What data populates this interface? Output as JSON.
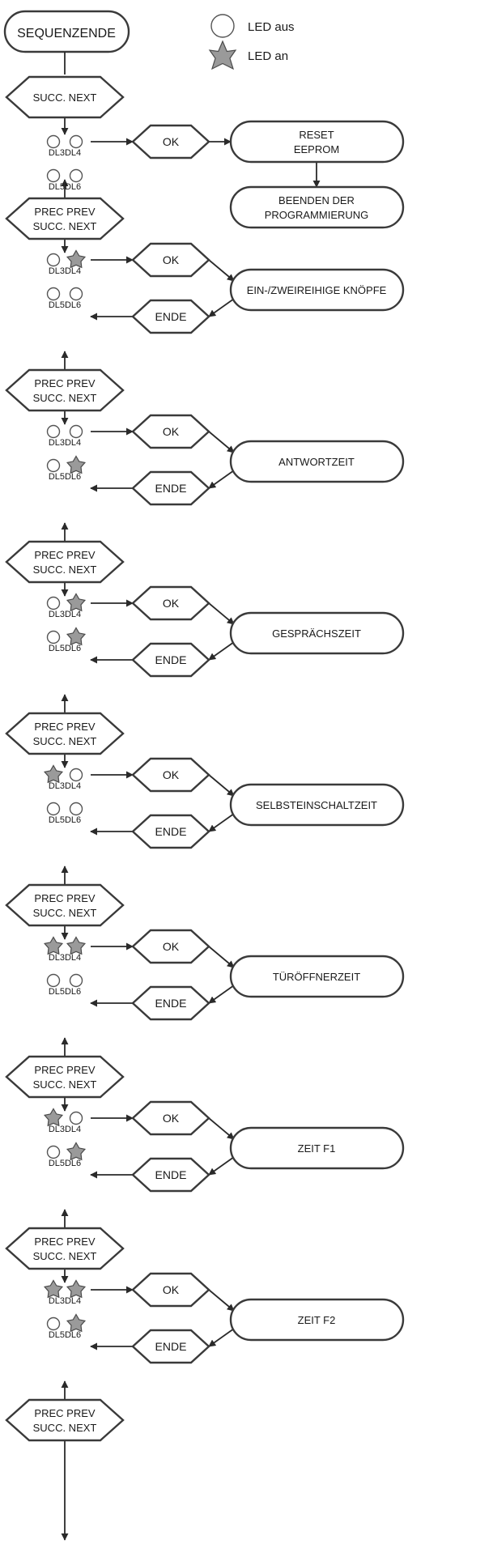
{
  "start_label": "SEQUENZENDE",
  "legend": {
    "off_label": "LED aus",
    "on_label": "LED an"
  },
  "first_nav": "SUCC. NEXT",
  "nav_line1": "PREC PREV",
  "nav_line2": "SUCC. NEXT",
  "ok_label": "OK",
  "end_label": "ENDE",
  "led_labels": {
    "top": "DL3DL4",
    "bottom": "DL5DL6"
  },
  "first_step": {
    "leds": {
      "dl3": false,
      "dl4": false,
      "dl5": false,
      "dl6": false
    },
    "action1": [
      "RESET",
      "EEPROM"
    ],
    "action2": [
      "BEENDEN DER",
      "PROGRAMMIERUNG"
    ]
  },
  "steps": [
    {
      "label": "EIN-/ZWEIREIHIGE KNÖPFE",
      "leds": {
        "dl3": false,
        "dl4": true,
        "dl5": false,
        "dl6": false
      }
    },
    {
      "label": "ANTWORTZEIT",
      "leds": {
        "dl3": false,
        "dl4": false,
        "dl5": false,
        "dl6": true
      }
    },
    {
      "label": "GESPRÄCHSZEIT",
      "leds": {
        "dl3": false,
        "dl4": true,
        "dl5": false,
        "dl6": true
      }
    },
    {
      "label": "SELBSTEINSCHALTZEIT",
      "leds": {
        "dl3": true,
        "dl4": false,
        "dl5": false,
        "dl6": false
      }
    },
    {
      "label": "TÜRÖFFNERZEIT",
      "leds": {
        "dl3": true,
        "dl4": true,
        "dl5": false,
        "dl6": false
      }
    },
    {
      "label": "ZEIT F1",
      "leds": {
        "dl3": true,
        "dl4": false,
        "dl5": false,
        "dl6": true
      }
    },
    {
      "label": "ZEIT F2",
      "leds": {
        "dl3": true,
        "dl4": true,
        "dl5": false,
        "dl6": true
      }
    }
  ]
}
